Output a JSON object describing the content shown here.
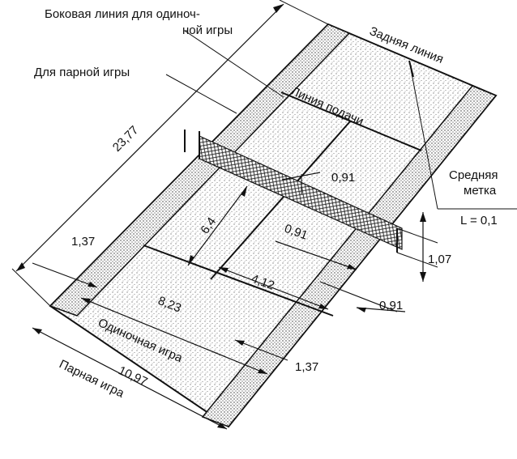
{
  "labels": {
    "singles_sideline_1": "Боковая линия для одиноч-",
    "singles_sideline_2": "ной игры",
    "doubles": "Для парной игры",
    "baseline": "Задняя линия",
    "service_line": "Линия подачи",
    "center_mark_1": "Средняя",
    "center_mark_2": "метка",
    "center_mark_len": "L = 0,1",
    "singles": "Одиночная игра",
    "doubles_width": "Парная игра"
  },
  "dimensions": {
    "court_length": "23,77",
    "service_depth": "6,4",
    "service_half_width": "4,12",
    "singles_width": "8,23",
    "doubles_width": "10,97",
    "alley_left": "1,37",
    "alley_right": "1,37",
    "net_center_height": "0,91",
    "post_offset_a": "0,91",
    "post_offset_b": "0,91",
    "net_post_height": "1,07"
  }
}
